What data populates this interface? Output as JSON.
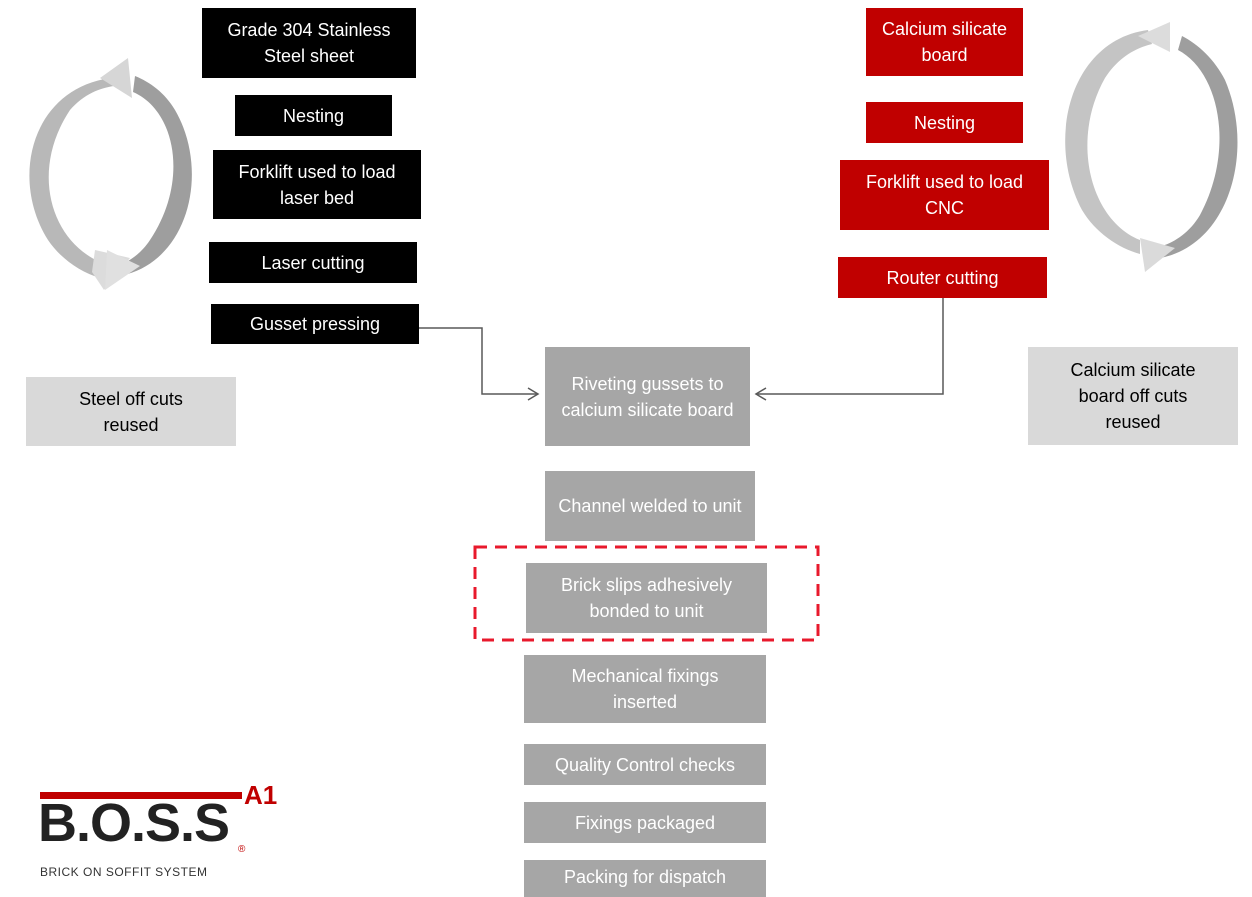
{
  "steel_steps": [
    "Grade 304 Stainless Steel sheet",
    "Nesting",
    "Forklift used to load laser bed",
    "Laser cutting",
    "Gusset pressing"
  ],
  "board_steps": [
    "Calcium silicate board",
    "Nesting",
    "Forklift used to load CNC",
    "Router cutting"
  ],
  "steel_reuse": "Steel off cuts reused",
  "board_reuse": "Calcium silicate board off cuts reused",
  "assembly_steps": [
    "Riveting gussets to calcium silicate board",
    "Channel welded to unit",
    "Brick slips adhesively bonded to unit",
    "Mechanical fixings inserted",
    "Quality Control checks",
    "Fixings packaged",
    "Packing for dispatch"
  ],
  "logo": {
    "superscript": "A1",
    "wordmark": "B.O.S.S",
    "registered": "®",
    "tagline": "BRICK ON SOFFIT SYSTEM"
  },
  "colors": {
    "steel": "#000000",
    "board": "#c00000",
    "assembly": "#a6a6a6",
    "reuse": "#d9d9d9",
    "highlight_outline": "#e8192c"
  }
}
